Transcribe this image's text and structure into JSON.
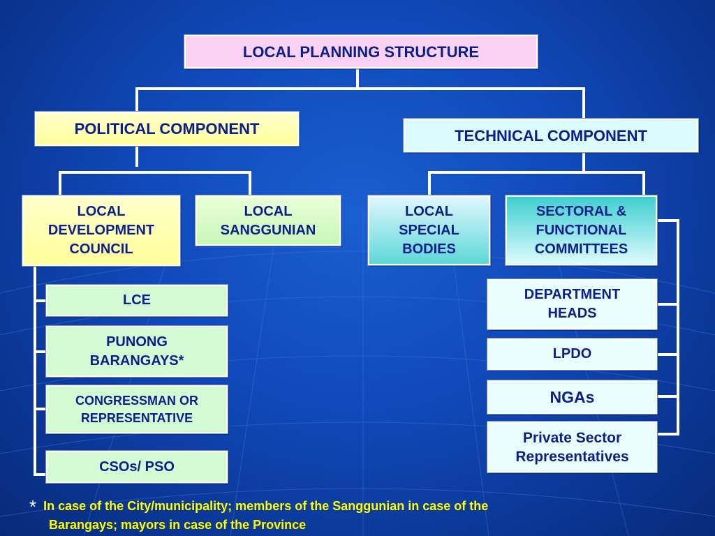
{
  "root": {
    "label": "LOCAL PLANNING STRUCTURE"
  },
  "political": {
    "label": "POLITICAL COMPONENT",
    "ldc": {
      "lines": [
        "LOCAL",
        "DEVELOPMENT",
        "COUNCIL"
      ]
    },
    "sanggunian": {
      "lines": [
        "LOCAL",
        "SANGGUNIAN"
      ]
    },
    "members": [
      {
        "lines": [
          "LCE"
        ]
      },
      {
        "lines": [
          "PUNONG",
          "BARANGAYS*"
        ]
      },
      {
        "lines": [
          "CONGRESSMAN OR",
          "REPRESENTATIVE"
        ]
      },
      {
        "lines": [
          "CSOs/ PSO"
        ]
      }
    ]
  },
  "technical": {
    "label": "TECHNICAL  COMPONENT",
    "lsb": {
      "lines": [
        "LOCAL",
        "SPECIAL",
        "BODIES"
      ]
    },
    "sfc": {
      "lines": [
        "SECTORAL &",
        "FUNCTIONAL",
        "COMMITTEES"
      ]
    },
    "members": [
      {
        "lines": [
          "DEPARTMENT",
          "HEADS"
        ]
      },
      {
        "lines": [
          "LPDO"
        ]
      },
      {
        "lines": [
          "NGAs"
        ]
      },
      {
        "lines": [
          "Private Sector",
          "Representatives"
        ]
      }
    ]
  },
  "footnote": {
    "star": "*",
    "line1": "In case of the City/municipality; members of the Sanggunian in case of the",
    "line2": "Barangays;  mayors in case of the Province"
  },
  "colors": {
    "background": "#1048b8",
    "box_text": "#0a1e8c",
    "connector": "#ffffff",
    "footnote_text": "#ffff00"
  }
}
